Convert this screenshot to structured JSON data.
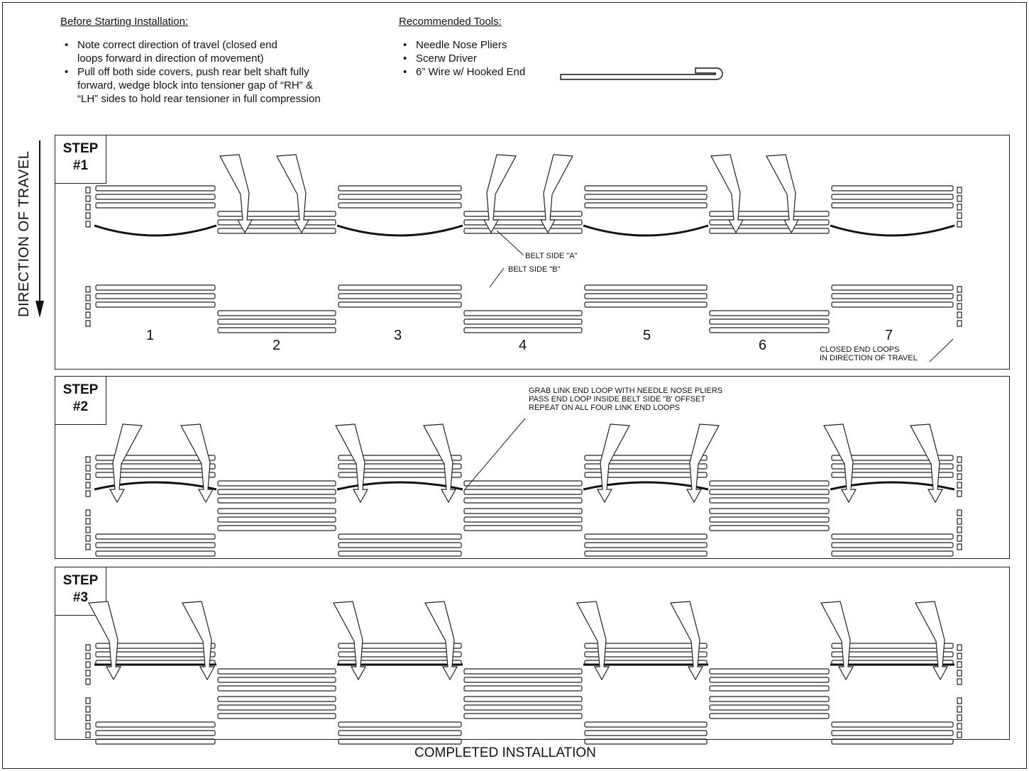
{
  "before": {
    "heading": "Before Starting Installation:",
    "items": [
      "Note correct direction of travel (closed end\nloops forward in direction of movement)",
      "Pull off both side covers, push rear belt shaft fully\nforward, wedge block into tensioner gap of “RH” &\n“LH” sides to hold rear tensioner in full compression"
    ]
  },
  "tools": {
    "heading": "Recommended Tools:",
    "items": [
      "Needle Nose Pliers",
      "Scerw Driver",
      "6” Wire w/ Hooked End"
    ]
  },
  "direction_label": "DIRECTION OF TRAVEL",
  "step1": {
    "title": "STEP",
    "number": "#1",
    "belt_side_a": "BELT SIDE \"A\"",
    "belt_side_b": "BELT SIDE \"B\"",
    "segments": [
      "1",
      "2",
      "3",
      "4",
      "5",
      "6",
      "7"
    ],
    "closed_note_line1": "CLOSED END LOOPS",
    "closed_note_line2": "IN DIRECTION OF TRAVEL"
  },
  "step2": {
    "title": "STEP",
    "number": "#2",
    "note_line1": "GRAB LINK END LOOP WITH NEEDLE NOSE PLIERS",
    "note_line2": "PASS END LOOP INSIDE BELT SIDE \"B' OFFSET",
    "note_line3": "REPEAT ON ALL FOUR LINK END LOOPS"
  },
  "step3": {
    "title": "STEP",
    "number": "#3"
  },
  "completed": "COMPLETED INSTALLATION"
}
